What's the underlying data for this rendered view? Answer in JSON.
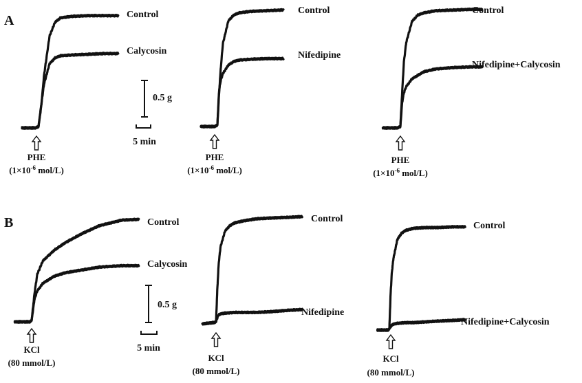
{
  "figure": {
    "panels": [
      {
        "letter": "A",
        "plots": [
          {
            "stimulus": {
              "name": "PHE",
              "dose_prefix": "(1×10",
              "dose_exp": "-6",
              "dose_suffix": " mol/L)"
            },
            "traces": [
              {
                "label": "Control"
              },
              {
                "label": "Calycosin"
              }
            ],
            "scale_bar": {
              "y_label": "0.5 g",
              "x_label": "5 min"
            }
          },
          {
            "stimulus": {
              "name": "PHE",
              "dose_prefix": "(1×10",
              "dose_exp": "-6",
              "dose_suffix": " mol/L)"
            },
            "traces": [
              {
                "label": "Control"
              },
              {
                "label": "Nifedipine"
              }
            ]
          },
          {
            "stimulus": {
              "name": "PHE",
              "dose_prefix": "(1×10",
              "dose_exp": "-6",
              "dose_suffix": " mol/L)"
            },
            "traces": [
              {
                "label": "Control"
              },
              {
                "label": "Nifedipine+Calycosin"
              }
            ]
          }
        ]
      },
      {
        "letter": "B",
        "plots": [
          {
            "stimulus": {
              "name": "KCl",
              "dose": "(80 mmol/L)"
            },
            "traces": [
              {
                "label": "Control"
              },
              {
                "label": "Calycosin"
              }
            ],
            "scale_bar": {
              "y_label": "0.5 g",
              "x_label": "5 min"
            }
          },
          {
            "stimulus": {
              "name": "KCl",
              "dose": "(80 mmol/L)"
            },
            "traces": [
              {
                "label": "Control"
              },
              {
                "label": "Nifedipine"
              }
            ]
          },
          {
            "stimulus": {
              "name": "KCl",
              "dose": "(80 mmol/L)"
            },
            "traces": [
              {
                "label": "Control"
              },
              {
                "label": "Nifedipine+Calycosin"
              }
            ]
          }
        ]
      }
    ]
  },
  "chart_data": [
    {
      "type": "line",
      "panel": "A",
      "x_unit": "min",
      "y_unit": "g",
      "stimulus_time": 0,
      "series": [
        {
          "name": "Control",
          "x": [
            -3,
            -0.5,
            0,
            0.5,
            1,
            2,
            3,
            4,
            6,
            9,
            12,
            16
          ],
          "y": [
            0,
            0,
            0.02,
            0.3,
            0.72,
            1.26,
            1.45,
            1.51,
            1.53,
            1.54,
            1.54,
            1.54
          ]
        },
        {
          "name": "Calycosin",
          "x": [
            -3,
            -0.5,
            0,
            0.5,
            1,
            2,
            3,
            4,
            6,
            9,
            12,
            16
          ],
          "y": [
            0,
            0,
            0.02,
            0.32,
            0.6,
            0.88,
            0.96,
            0.99,
            1.0,
            1.01,
            1.02,
            1.02
          ]
        }
      ],
      "scale_bar": {
        "y": 0.5,
        "x": 5
      }
    },
    {
      "type": "line",
      "panel": "A",
      "x_unit": "min",
      "y_unit": "g",
      "stimulus_time": 0,
      "series": [
        {
          "name": "Control",
          "x": [
            -3,
            -0.5,
            0,
            0.3,
            0.6,
            1,
            2,
            3,
            4,
            6,
            9,
            12,
            16
          ],
          "y": [
            0,
            0,
            0.02,
            0.45,
            0.8,
            1.16,
            1.48,
            1.56,
            1.59,
            1.61,
            1.62,
            1.63,
            1.63
          ]
        },
        {
          "name": "Nifedipine",
          "x": [
            -3,
            -0.5,
            0,
            0.3,
            0.6,
            1,
            2,
            3,
            4,
            6,
            9,
            12,
            16
          ],
          "y": [
            0,
            0,
            0.02,
            0.5,
            0.64,
            0.74,
            0.86,
            0.91,
            0.93,
            0.94,
            0.95,
            0.95,
            0.95
          ]
        }
      ]
    },
    {
      "type": "line",
      "panel": "A",
      "x_unit": "min",
      "y_unit": "g",
      "stimulus_time": 0,
      "series": [
        {
          "name": "Control",
          "x": [
            -3,
            -0.5,
            0,
            0.3,
            0.6,
            1,
            2,
            3,
            4,
            6,
            9,
            12,
            16
          ],
          "y": [
            0,
            0,
            0.02,
            0.5,
            0.94,
            1.22,
            1.52,
            1.61,
            1.64,
            1.67,
            1.68,
            1.69,
            1.69
          ]
        },
        {
          "name": "Nifedipine+Calycosin",
          "x": [
            -3,
            -0.5,
            0,
            0.3,
            0.6,
            1,
            2,
            3,
            4,
            6,
            9,
            12,
            16
          ],
          "y": [
            0,
            0,
            0.02,
            0.36,
            0.5,
            0.59,
            0.7,
            0.75,
            0.8,
            0.84,
            0.86,
            0.87,
            0.87
          ]
        }
      ]
    },
    {
      "type": "line",
      "panel": "B",
      "x_unit": "min",
      "y_unit": "g",
      "stimulus_time": 0,
      "series": [
        {
          "name": "Control",
          "x": [
            -3,
            -0.3,
            0,
            0.5,
            1,
            2,
            4,
            6,
            9,
            12,
            16,
            19
          ],
          "y": [
            0,
            0,
            0.02,
            0.4,
            0.68,
            0.87,
            1.02,
            1.13,
            1.26,
            1.37,
            1.45,
            1.46
          ]
        },
        {
          "name": "Calycosin",
          "x": [
            -3,
            -0.3,
            0,
            0.5,
            1,
            2,
            4,
            6,
            9,
            12,
            16,
            19
          ],
          "y": [
            0,
            0,
            0.02,
            0.32,
            0.44,
            0.55,
            0.65,
            0.7,
            0.74,
            0.78,
            0.8,
            0.8
          ]
        }
      ],
      "scale_bar": {
        "y": 0.5,
        "x": 5
      }
    },
    {
      "type": "line",
      "panel": "B",
      "x_unit": "min",
      "y_unit": "g",
      "stimulus_time": 0,
      "series": [
        {
          "name": "Control",
          "x": [
            -3,
            -0.3,
            0,
            0.3,
            0.6,
            1,
            2,
            3,
            4,
            6,
            9,
            12,
            16,
            19
          ],
          "y": [
            0,
            0.02,
            0.03,
            0.5,
            0.85,
            1.08,
            1.3,
            1.37,
            1.41,
            1.44,
            1.47,
            1.48,
            1.49,
            1.5
          ]
        },
        {
          "name": "Nifedipine",
          "x": [
            -3,
            -0.3,
            0,
            0.5,
            1,
            2,
            4,
            6,
            9,
            12,
            16,
            19
          ],
          "y": [
            0,
            0.02,
            0.03,
            0.12,
            0.14,
            0.15,
            0.16,
            0.16,
            0.16,
            0.17,
            0.19,
            0.2
          ]
        }
      ]
    },
    {
      "type": "line",
      "panel": "B",
      "x_unit": "min",
      "y_unit": "g",
      "stimulus_time": 0,
      "series": [
        {
          "name": "Control",
          "x": [
            -3,
            -0.3,
            0,
            0.3,
            0.6,
            1,
            2,
            3,
            4,
            6,
            9,
            12,
            16,
            19
          ],
          "y": [
            0,
            0,
            0.02,
            0.48,
            0.76,
            0.96,
            1.22,
            1.3,
            1.34,
            1.37,
            1.38,
            1.38,
            1.39,
            1.39
          ]
        },
        {
          "name": "Nifedipine+Calycosin",
          "x": [
            -3,
            -0.3,
            0,
            0.5,
            1,
            2,
            4,
            6,
            9,
            12,
            16,
            19
          ],
          "y": [
            0,
            0,
            0.02,
            0.06,
            0.08,
            0.09,
            0.1,
            0.1,
            0.11,
            0.12,
            0.13,
            0.14
          ]
        }
      ]
    }
  ]
}
